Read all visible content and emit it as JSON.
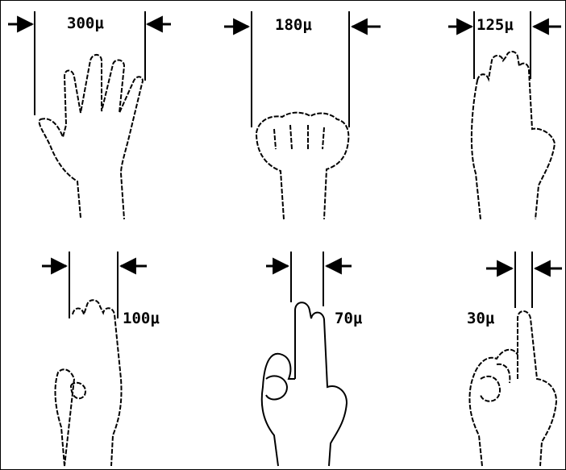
{
  "figure": {
    "panels": [
      {
        "label": "300μ",
        "gesture": "open-hand"
      },
      {
        "label": "180μ",
        "gesture": "fist"
      },
      {
        "label": "125μ",
        "gesture": "four-fingers"
      },
      {
        "label": "100μ",
        "gesture": "three-fingers"
      },
      {
        "label": "70μ",
        "gesture": "two-fingers"
      },
      {
        "label": "30μ",
        "gesture": "one-finger"
      }
    ]
  },
  "colors": {
    "ink": "#000000",
    "paper": "#ffffff"
  }
}
